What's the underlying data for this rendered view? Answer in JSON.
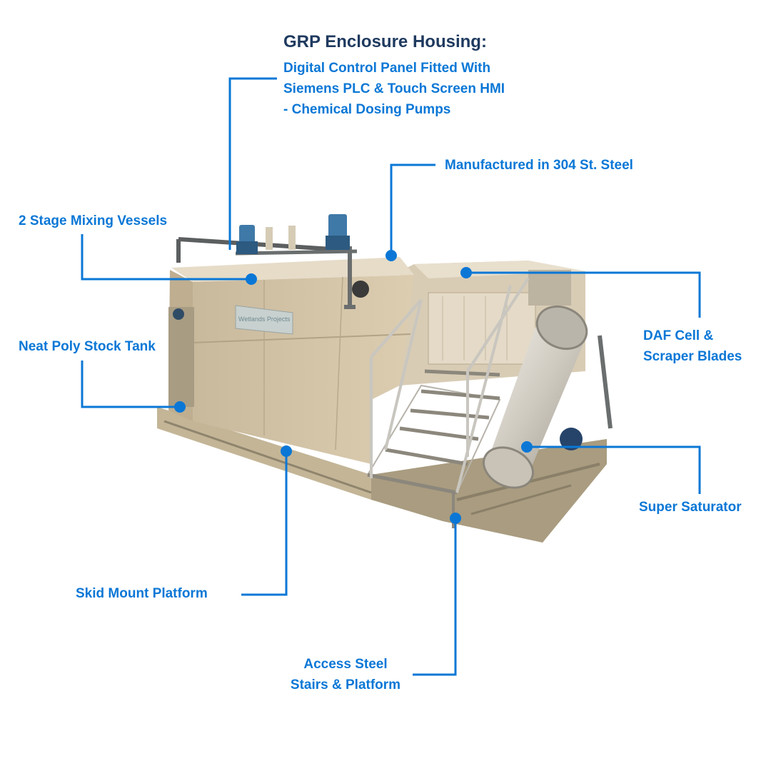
{
  "colors": {
    "accent": "#0a77d6",
    "title": "#1f3a5f",
    "steel": "#d9cbb0"
  },
  "callouts": {
    "grp": {
      "title": "GRP Enclosure Housing:",
      "lines": [
        "Digital Control Panel Fitted With",
        "Siemens PLC & Touch Screen HMI",
        "- Chemical Dosing Pumps"
      ]
    },
    "steel": {
      "lines": [
        "Manufactured in 304 St. Steel"
      ]
    },
    "mixing": {
      "lines": [
        "2 Stage Mixing Vessels"
      ]
    },
    "daf": {
      "lines": [
        "DAF Cell &",
        "Scraper Blades"
      ]
    },
    "poly": {
      "lines": [
        "Neat Poly Stock Tank"
      ]
    },
    "saturator": {
      "lines": [
        "Super Saturator"
      ]
    },
    "skid": {
      "lines": [
        "Skid Mount Platform"
      ]
    },
    "stairs": {
      "lines": [
        "Access Steel",
        "Stairs & Platform"
      ]
    }
  },
  "machine": {
    "sign_text": "Wetlands Projects"
  }
}
